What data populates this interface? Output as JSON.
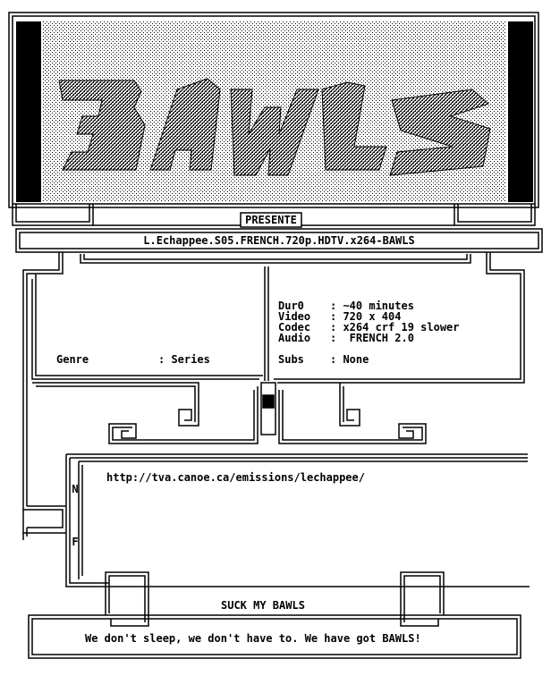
{
  "header": {
    "presente": "PRESENTE",
    "release_title": "L.Echappee.S05.FRENCH.720p.HDTV.x264-BAWLS"
  },
  "left_panel": {
    "genre_label": "Genre",
    "genre_value": ": Series"
  },
  "right_panel": {
    "rows": [
      {
        "label": "Dur0",
        "value": ": ~40 minutes"
      },
      {
        "label": "Video",
        "value": ": 720 x 404"
      },
      {
        "label": "Codec",
        "value": ": x264 crf 19 slower"
      },
      {
        "label": "Audio",
        "value": ":  FRENCH 2.0"
      }
    ],
    "subs_label": "Subs",
    "subs_value": ": None"
  },
  "nfo": {
    "side_n": "N",
    "side_f": "F",
    "url": "http://tva.canoe.ca/emissions/lechappee/"
  },
  "footer": {
    "tagline": "SUCK MY BAWLS",
    "slogan": "We don't sleep, we don't have to. We have got BAWLS!"
  },
  "colors": {
    "ink": "#000000",
    "paper": "#ffffff"
  }
}
